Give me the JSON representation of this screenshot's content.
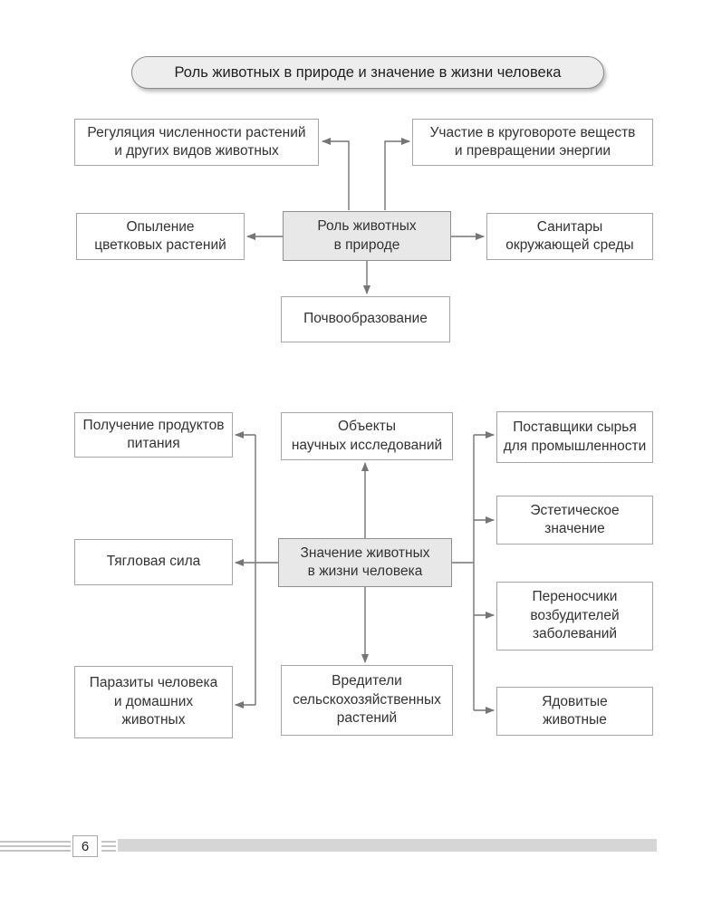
{
  "title": "Роль животных в природе и значение в жизни человека",
  "colors": {
    "center_node_fill": "#e8e8e8",
    "node_border": "#a6a6a6",
    "arrow": "#757575",
    "footer_bar": "#d6d6d6"
  },
  "diagram1": {
    "nodes": {
      "center": {
        "lines": [
          "Роль животных",
          "в природе"
        ]
      },
      "regulation": {
        "lines": [
          "Регуляция численности растений",
          "и других видов животных"
        ]
      },
      "cycle": {
        "lines": [
          "Участие в круговороте веществ",
          "и превращении энергии"
        ]
      },
      "pollination": {
        "lines": [
          "Опыление",
          "цветковых растений"
        ]
      },
      "sanitation": {
        "lines": [
          "Санитары",
          "окружающей среды"
        ]
      },
      "soil": {
        "lines": [
          "Почвообразование"
        ]
      }
    }
  },
  "diagram2": {
    "nodes": {
      "center": {
        "lines": [
          "Значение животных",
          "в жизни человека"
        ]
      },
      "food": {
        "lines": [
          "Получение продуктов",
          "питания"
        ]
      },
      "research": {
        "lines": [
          "Объекты",
          "научных исследований"
        ]
      },
      "raw_materials": {
        "lines": [
          "Поставщики сырья",
          "для промышленности"
        ]
      },
      "draft_power": {
        "lines": [
          "Тягловая сила"
        ]
      },
      "esthetic": {
        "lines": [
          "Эстетическое",
          "значение"
        ]
      },
      "vectors": {
        "lines": [
          "Переносчики",
          "возбудителей",
          "заболеваний"
        ]
      },
      "parasites": {
        "lines": [
          "Паразиты человека",
          "и домашних",
          "животных"
        ]
      },
      "pests": {
        "lines": [
          "Вредители",
          "сельскохозяйственных",
          "растений"
        ]
      },
      "venomous": {
        "lines": [
          "Ядовитые",
          "животные"
        ]
      }
    }
  },
  "footer": {
    "page_number": "6"
  }
}
